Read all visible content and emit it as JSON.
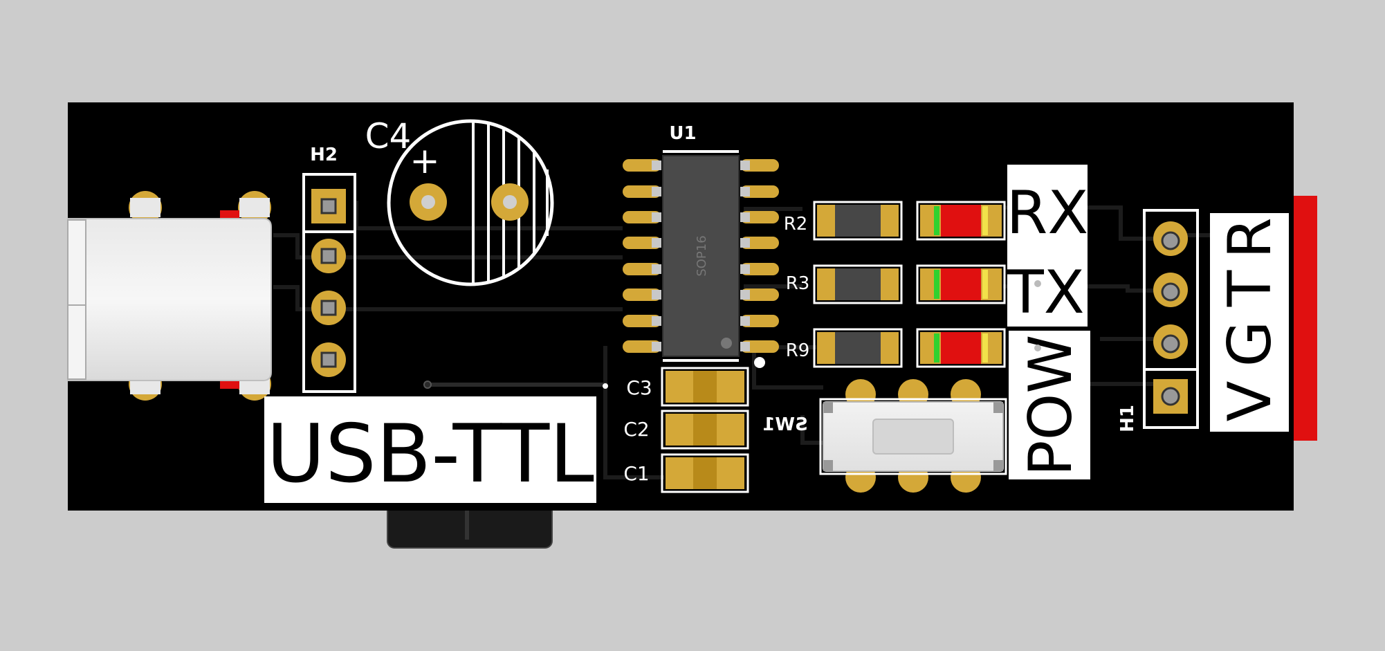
{
  "colors": {
    "background": "#cccccc",
    "board": "#000000",
    "silkscreen": "#ffffff",
    "pad_gold": "#d4a838",
    "ic_body": "#4a4a4a",
    "led_red": "#e01010",
    "led_green": "#2fd12f",
    "resistor_body": "#474747"
  },
  "board": {
    "title": "USB-TTL",
    "connector_pin_labels": [
      "V",
      "G",
      "T",
      "R"
    ]
  },
  "components": {
    "h2": "H2",
    "h1": "H1",
    "c4": "C4",
    "c4_polarity": "+",
    "u1": "U1",
    "u1_package": "SOP16",
    "r2": "R2",
    "r3": "R3",
    "r9": "R9",
    "c1": "C1",
    "c2": "C2",
    "c3": "C3",
    "sw1": "SW1"
  },
  "indicators": {
    "rx": "RX",
    "tx": "TX",
    "pow": "POW"
  }
}
